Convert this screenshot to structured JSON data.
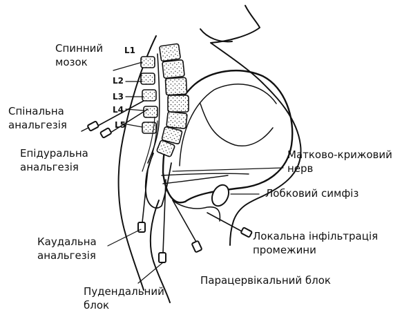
{
  "vertebra_levels": [
    "L1",
    "L2",
    "L3",
    "L4",
    "L5"
  ],
  "labels": {
    "spinal_cord": [
      "Спинний",
      "мозок"
    ],
    "spinal_analgesia": [
      "Спінальна",
      "анальгезія"
    ],
    "epidural_analgesia": [
      "Епідуральна",
      "анальгезія"
    ],
    "caudal_analgesia": [
      "Каудальна",
      "анальгезія"
    ],
    "pudendal_block": [
      "Пудендальний",
      "блок"
    ],
    "uterosacral_nerve": [
      "Матково-крижовий",
      "нерв"
    ],
    "pubic_symphysis": [
      "Лобковий симфіз"
    ],
    "perineal_infiltration": [
      "Локальна інфільтрація",
      "промежини"
    ],
    "paracervical_block": [
      "Парацервікальний блок"
    ]
  }
}
